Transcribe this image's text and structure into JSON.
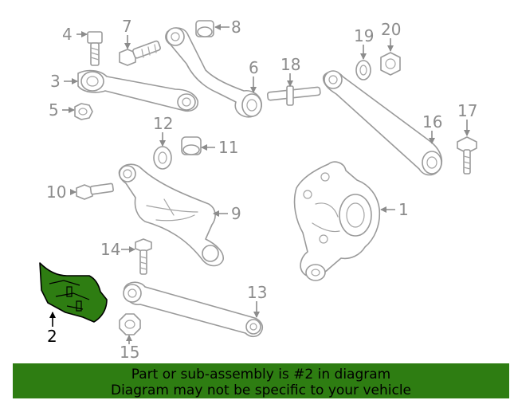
{
  "colors": {
    "highlight": "#2e7d12",
    "outline": "#9a9a9a",
    "callout": "#8c8c8c"
  },
  "callouts": {
    "c1": "1",
    "c2": "2",
    "c3": "3",
    "c4": "4",
    "c5": "5",
    "c6": "6",
    "c7": "7",
    "c8": "8",
    "c9": "9",
    "c10": "10",
    "c11": "11",
    "c12": "12",
    "c13": "13",
    "c14": "14",
    "c15": "15",
    "c16": "16",
    "c17": "17",
    "c18": "18",
    "c19": "19",
    "c20": "20"
  },
  "highlighted_part": "2",
  "footer": {
    "line1": "Part or sub-assembly is #2 in diagram",
    "line2": "Diagram may not be specific to your vehicle"
  }
}
